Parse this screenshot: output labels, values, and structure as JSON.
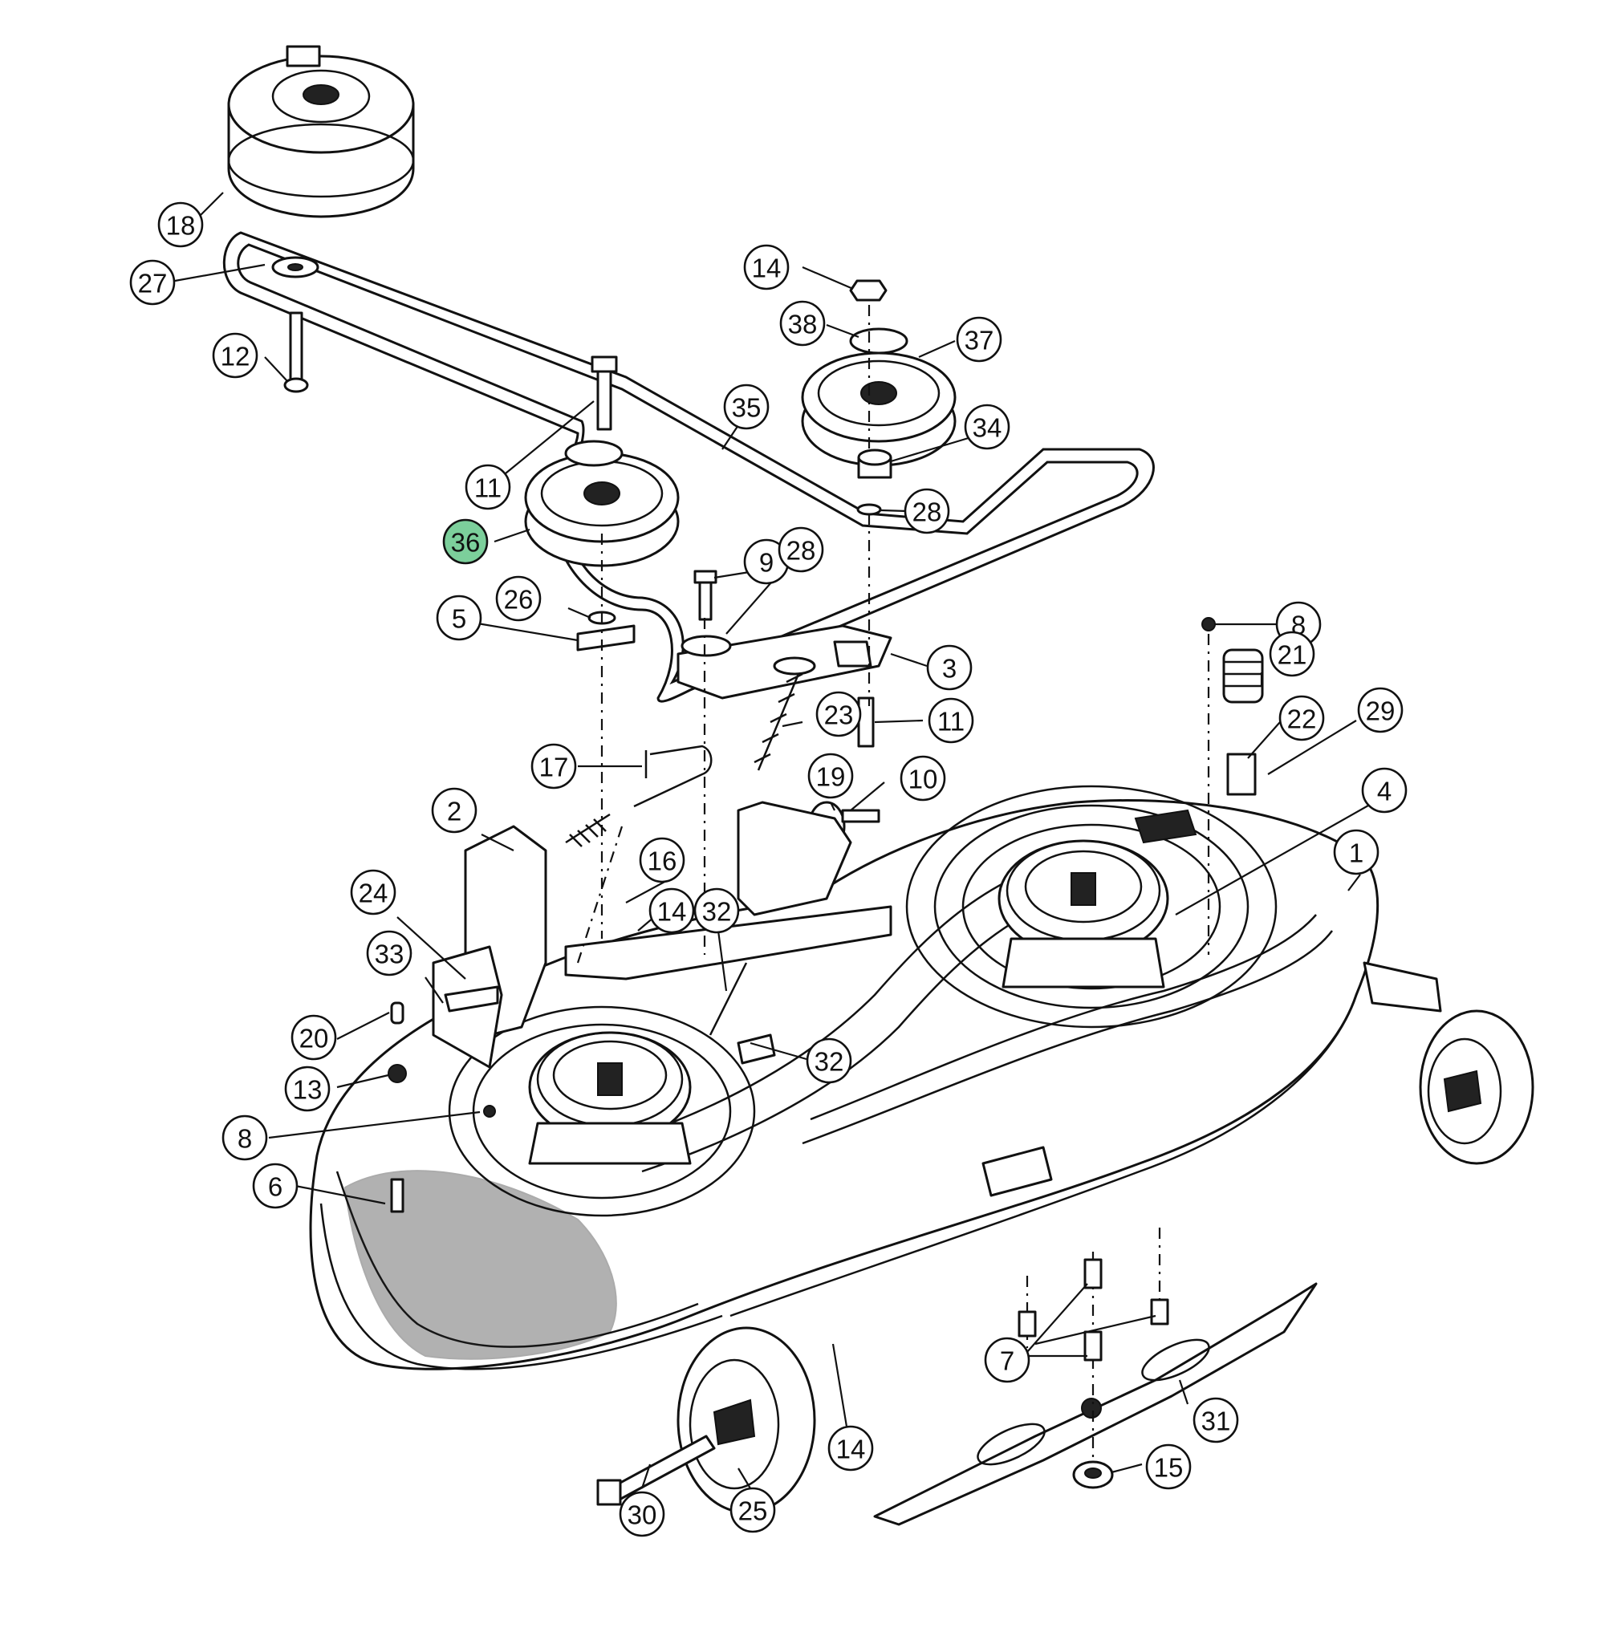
{
  "highlight_color": "#7ccf9b",
  "callouts": [
    {
      "label": "18"
    },
    {
      "label": "27"
    },
    {
      "label": "12"
    },
    {
      "label": "14"
    },
    {
      "label": "38"
    },
    {
      "label": "37"
    },
    {
      "label": "35"
    },
    {
      "label": "34"
    },
    {
      "label": "11"
    },
    {
      "label": "36",
      "highlighted": true
    },
    {
      "label": "28"
    },
    {
      "label": "9"
    },
    {
      "label": "28"
    },
    {
      "label": "26"
    },
    {
      "label": "5"
    },
    {
      "label": "8"
    },
    {
      "label": "21"
    },
    {
      "label": "3"
    },
    {
      "label": "22"
    },
    {
      "label": "29"
    },
    {
      "label": "23"
    },
    {
      "label": "11"
    },
    {
      "label": "17"
    },
    {
      "label": "19"
    },
    {
      "label": "10"
    },
    {
      "label": "4"
    },
    {
      "label": "2"
    },
    {
      "label": "1"
    },
    {
      "label": "16"
    },
    {
      "label": "24"
    },
    {
      "label": "14"
    },
    {
      "label": "32"
    },
    {
      "label": "33"
    },
    {
      "label": "20"
    },
    {
      "label": "32"
    },
    {
      "label": "13"
    },
    {
      "label": "8"
    },
    {
      "label": "6"
    },
    {
      "label": "7"
    },
    {
      "label": "31"
    },
    {
      "label": "14"
    },
    {
      "label": "15"
    },
    {
      "label": "30"
    },
    {
      "label": "25"
    }
  ]
}
